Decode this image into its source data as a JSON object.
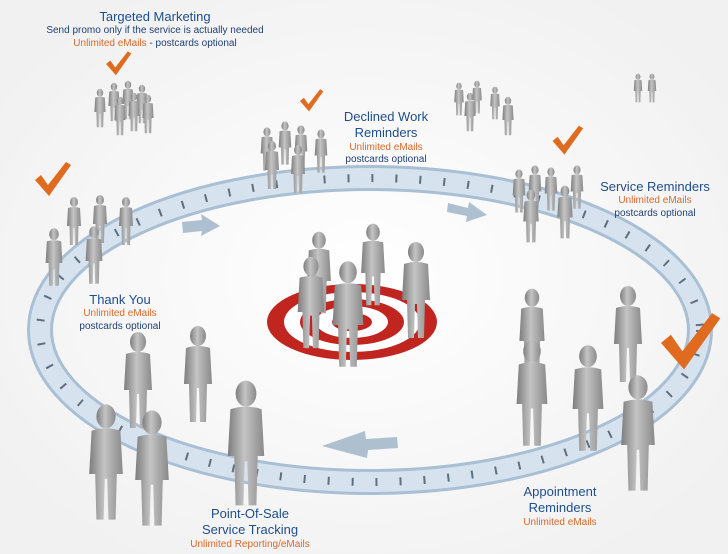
{
  "colors": {
    "title": "#1f4e8c",
    "accent": "#d9692a",
    "secondary": "#1f3f73",
    "ring": "#c7d7e6",
    "target_red": "#c0261f",
    "person": "#9a9a9a",
    "check": "#e06b1f"
  },
  "segments": {
    "targeted": {
      "title": "Targeted Marketing",
      "line1": "Send promo only if the service is actually needed",
      "line2_a": "Unlimited eMails",
      "line2_b": " - postcards optional"
    },
    "declined": {
      "title1": "Declined Work",
      "title2": "Reminders",
      "line1": "Unlimited eMails",
      "line2": "postcards optional"
    },
    "service": {
      "title": "Service Reminders",
      "line1": "Unlimited eMails",
      "line2": "postcards optional"
    },
    "thankyou": {
      "title": "Thank You",
      "line1": "Unlimited eMails",
      "line2": "postcards optional"
    },
    "pos": {
      "title1": "Point-Of-Sale",
      "title2": "Service Tracking",
      "line1": "Unlimited Reporting/eMails"
    },
    "appointment": {
      "title1": "Appointment",
      "title2": "Reminders",
      "line1": "Unlimited eMails"
    }
  },
  "icons": [
    "checkmark-icon",
    "arrow-icon",
    "target-icon",
    "person-icon"
  ]
}
